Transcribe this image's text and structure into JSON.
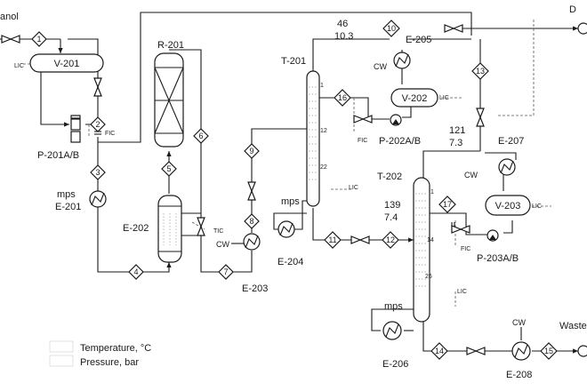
{
  "feed": {
    "label": "anol"
  },
  "outlets": {
    "top_right": "D",
    "waste": "Waste"
  },
  "equipment": {
    "v201": "V-201",
    "p201": "P-201A/B",
    "e201": "E-201",
    "r201": "R-201",
    "e202": "E-202",
    "e203": "E-203",
    "t201": "T-201",
    "e204": "E-204",
    "e205": "E-205",
    "v202": "V-202",
    "p202": "P-202A/B",
    "e207": "E-207",
    "t202": "T-202",
    "v203": "V-203",
    "p203": "P-203A/B",
    "e206": "E-206",
    "e208": "E-208"
  },
  "streams": [
    "1",
    "2",
    "3",
    "4",
    "5",
    "6",
    "7",
    "8",
    "9",
    "10",
    "11",
    "12",
    "13",
    "14",
    "15",
    "16",
    "17"
  ],
  "utilities": {
    "mps": "mps",
    "cw": "CW"
  },
  "instruments": {
    "lic": "LIC",
    "fic": "FIC",
    "tic": "TIC"
  },
  "conditions": {
    "s10_temp": "46",
    "s10_pres": "10.3",
    "s13_temp": "121",
    "s13_pres": "7.3",
    "s12_temp": "139",
    "s12_pres": "7.4"
  },
  "trays": {
    "t201": [
      "1",
      "12",
      "22"
    ],
    "t202": [
      "1",
      "14",
      "26"
    ]
  },
  "legend": {
    "temperature": "Temperature, °C",
    "pressure": "Pressure, bar"
  }
}
